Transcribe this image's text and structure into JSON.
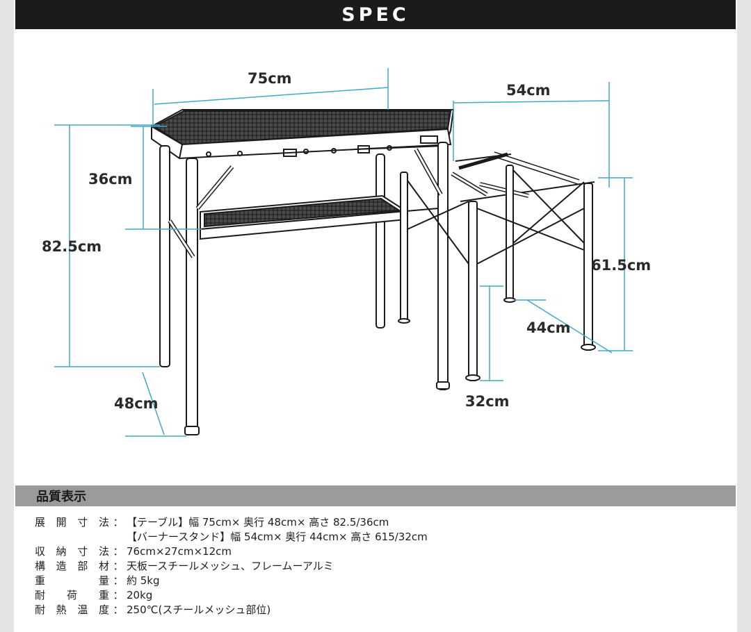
{
  "header": {
    "title": "SPEC"
  },
  "dimensions": {
    "table_width": "75cm",
    "stand_width": "54cm",
    "shelf_height": "36cm",
    "table_height": "82.5cm",
    "table_depth": "48cm",
    "stand_height": "61.5cm",
    "stand_depth": "44cm",
    "stand_low_height": "32cm"
  },
  "colors": {
    "dimension_line": "#3ea9c9",
    "frame": "#1a1a1a",
    "banner": "#1b1b1b",
    "section_bar": "#9b9b9b"
  },
  "quality": {
    "heading": "品質表示",
    "rows": [
      {
        "key": "展開寸法",
        "value": "【テーブル】幅 75cm× 奥行 48cm× 高さ 82.5/36cm"
      },
      {
        "key": "",
        "value": "【バーナースタンド】幅 54cm× 奥行 44cm× 高さ 615/32cm"
      },
      {
        "key": "収納寸法",
        "value": "76cm×27cm×12cm"
      },
      {
        "key": "構造部材",
        "value": "天板ースチールメッシュ、フレームーアルミ"
      },
      {
        "key": "重量",
        "value": "約 5kg"
      },
      {
        "key": "耐荷重",
        "value": "20kg"
      },
      {
        "key": "耐熱温度",
        "value": "250℃(スチールメッシュ部位)"
      }
    ]
  }
}
